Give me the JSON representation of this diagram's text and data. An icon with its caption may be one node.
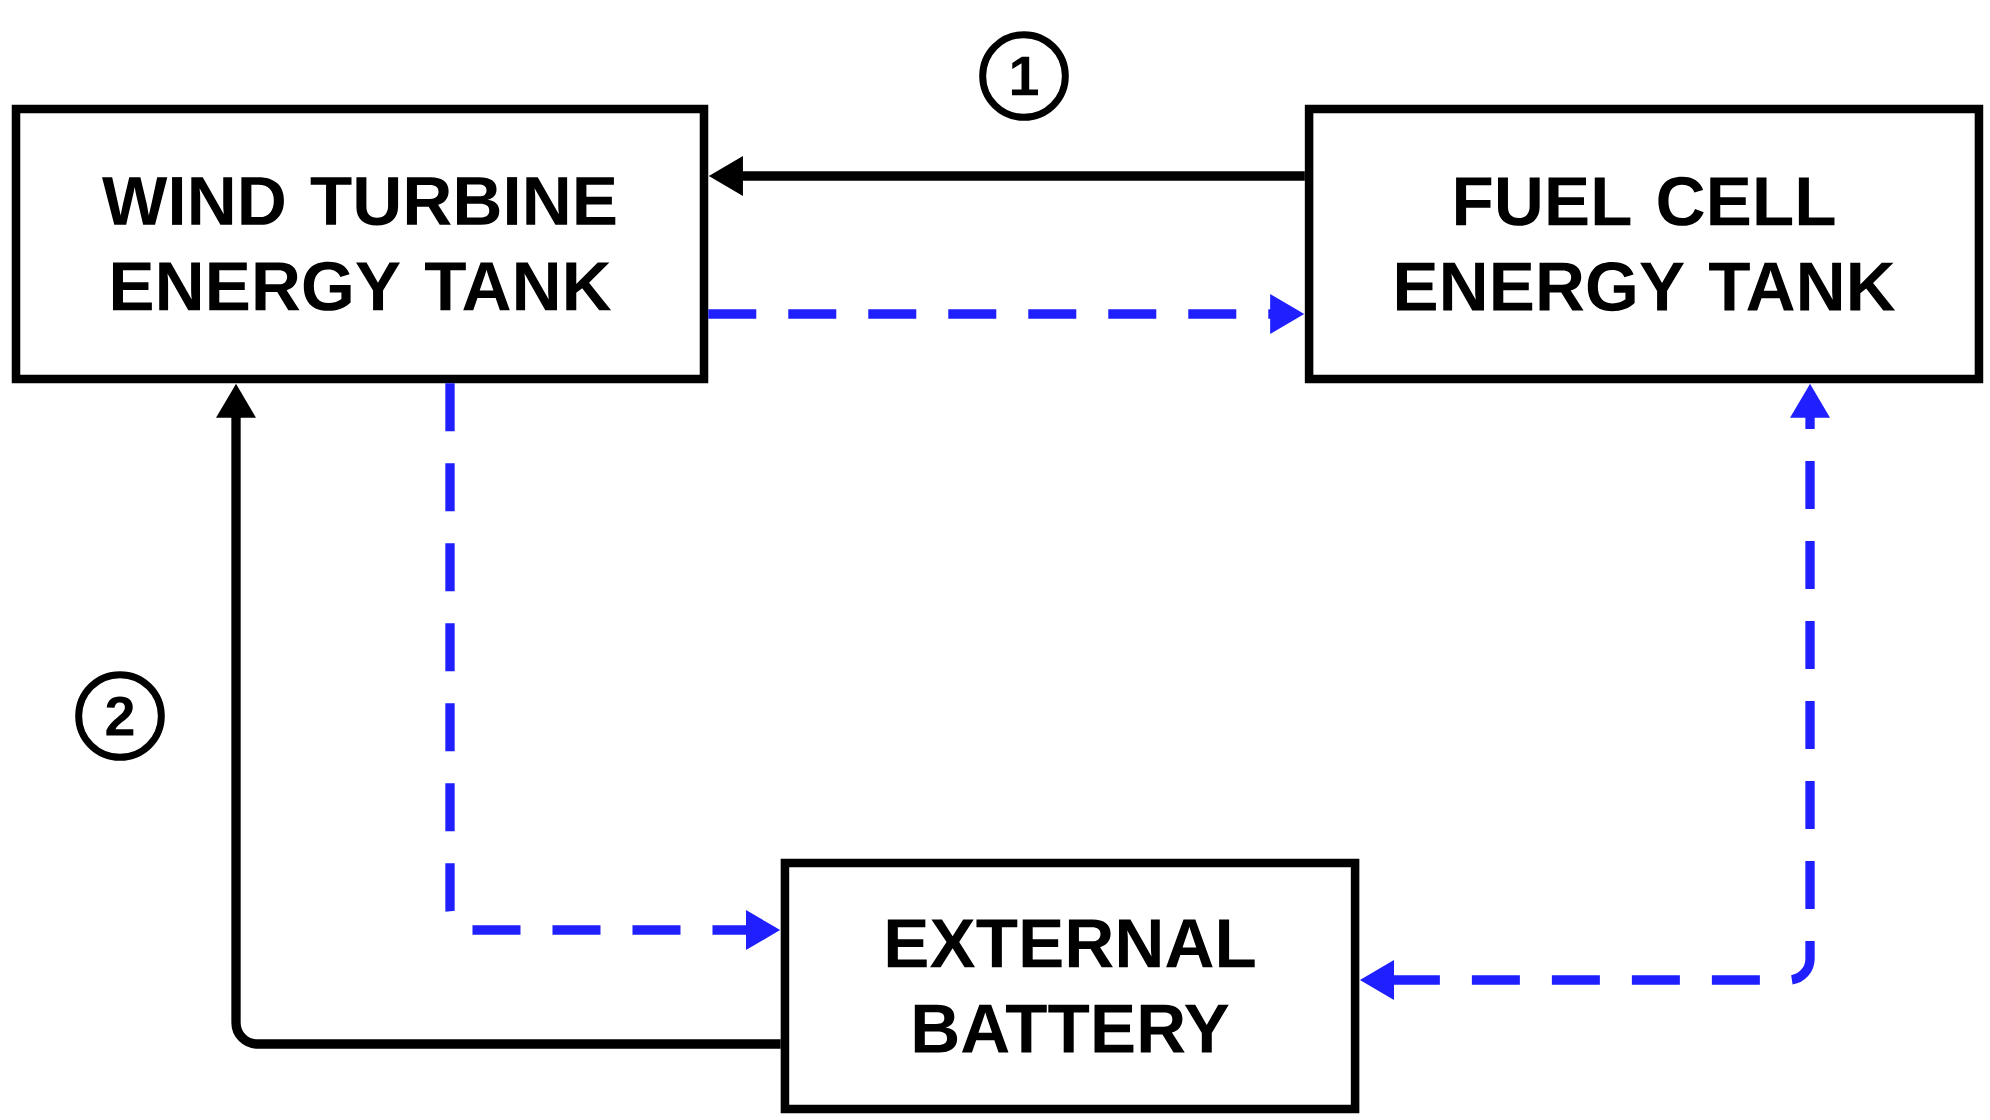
{
  "diagram": {
    "nodes": [
      {
        "text": [
          "WIND TURBINE ENERGY TANK"
        ]
      },
      {
        "text": [
          "FUEL CELL ENERGY TANK"
        ]
      },
      {
        "text": [
          "EXTERNAL BATTERY"
        ]
      }
    ],
    "edges": [
      {
        "from": 1,
        "to": 0,
        "arrow": "to",
        "color": "#000000"
      },
      {
        "from": 0,
        "to": 1,
        "arrow": "to",
        "style": "dashed",
        "color": "#1f1fff"
      },
      {
        "from": 0,
        "to": 2,
        "arrow": "to",
        "style": "dashed",
        "color": "#1f1fff"
      },
      {
        "from": 2,
        "to": 1,
        "arrow": "both",
        "style": "dashed",
        "color": "#1f1fff"
      },
      {
        "from": 2,
        "to": 0,
        "arrow": "to",
        "color": "#000000"
      }
    ],
    "labels": [
      "1",
      "2"
    ]
  }
}
